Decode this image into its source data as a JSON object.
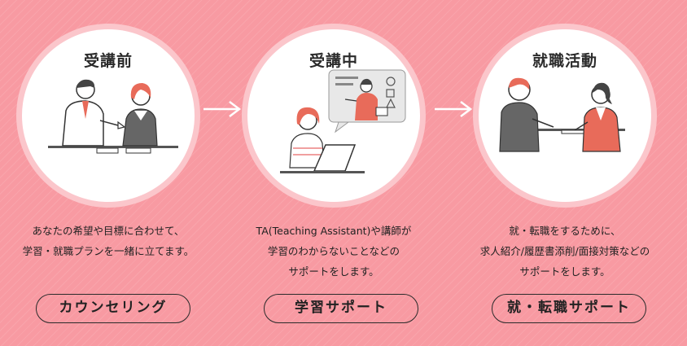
{
  "steps": [
    {
      "title": "受講前",
      "desc_lines": [
        "あなたの希望や目標に合わせて、",
        "学習・就職プランを一緒に立てます。"
      ],
      "button": "カウンセリング"
    },
    {
      "title": "受講中",
      "desc_lines": [
        "TA(Teaching Assistant)や講師が",
        "学習のわからないことなどの",
        "サポートをします。"
      ],
      "button": "学習サポート"
    },
    {
      "title": "就職活動",
      "desc_lines": [
        "就・転職をするために、",
        "求人紹介/履歴書添削/面接対策などの",
        "サポートをします。"
      ],
      "button": "就・転職サポート"
    }
  ],
  "colors": {
    "background": "#f89aa2",
    "ring": "#fbc6cb",
    "accent": "#e86b5a"
  }
}
